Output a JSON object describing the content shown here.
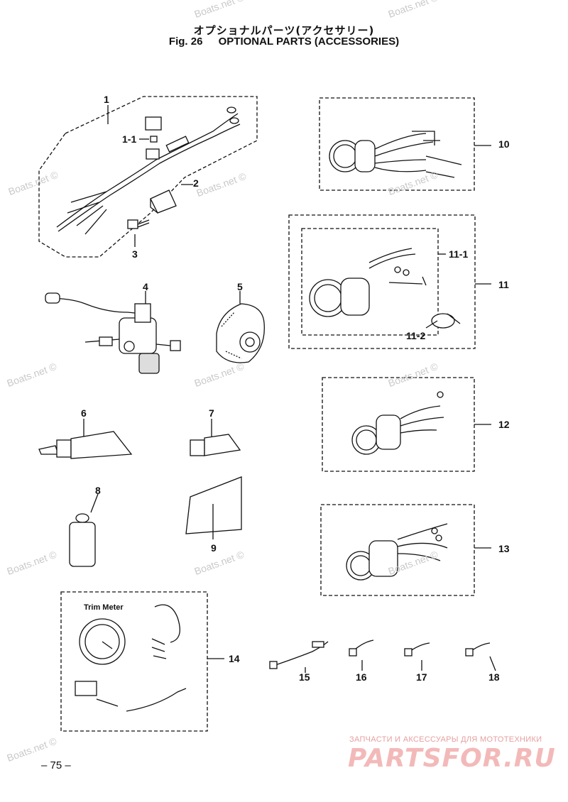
{
  "header": {
    "jp_title": "オプショナルパーツ(アクセサリー)",
    "fig_label": "Fig. 26",
    "en_title": "OPTIONAL PARTS (ACCESSORIES)"
  },
  "callouts": [
    "1",
    "1-1",
    "2",
    "3",
    "4",
    "5",
    "6",
    "7",
    "8",
    "9",
    "10",
    "11",
    "11-1",
    "11-2",
    "12",
    "13",
    "14",
    "15",
    "16",
    "17",
    "18"
  ],
  "gauge_labels": {
    "trim_meter": "Trim Meter"
  },
  "watermark": "Boats.net ©",
  "footer": {
    "page_number": "– 75 –",
    "site_tagline": "ЗАПЧАСТИ И АКСЕССУАРЫ ДЛЯ МОТОТЕХНИКИ",
    "site_logo": "PARTSFOR.RU"
  },
  "colors": {
    "line": "#111111",
    "watermark": "#c9c9c9",
    "logo": "#f3b9b9"
  }
}
